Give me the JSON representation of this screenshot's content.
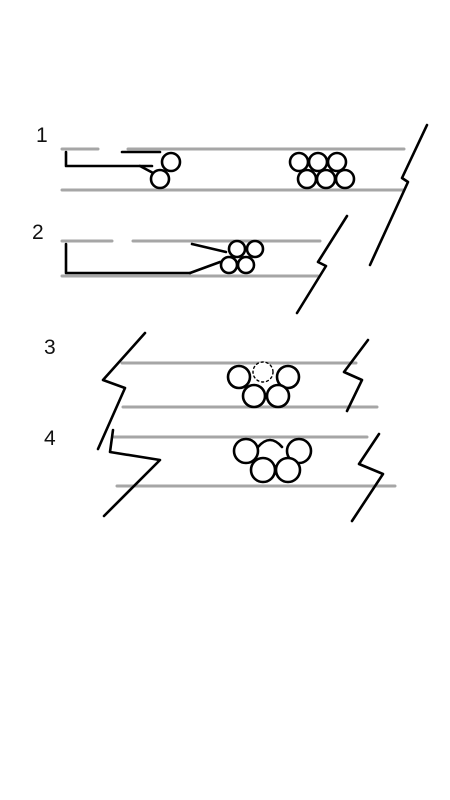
{
  "panels": [
    {
      "id": "1",
      "label": "1"
    },
    {
      "id": "2",
      "label": "2"
    },
    {
      "id": "3",
      "label": "3"
    },
    {
      "id": "4",
      "label": "4"
    }
  ],
  "colors": {
    "rail": "#a6a6a6",
    "ink": "#000000",
    "circle_fill": "#ffffff",
    "background": "#ffffff"
  }
}
